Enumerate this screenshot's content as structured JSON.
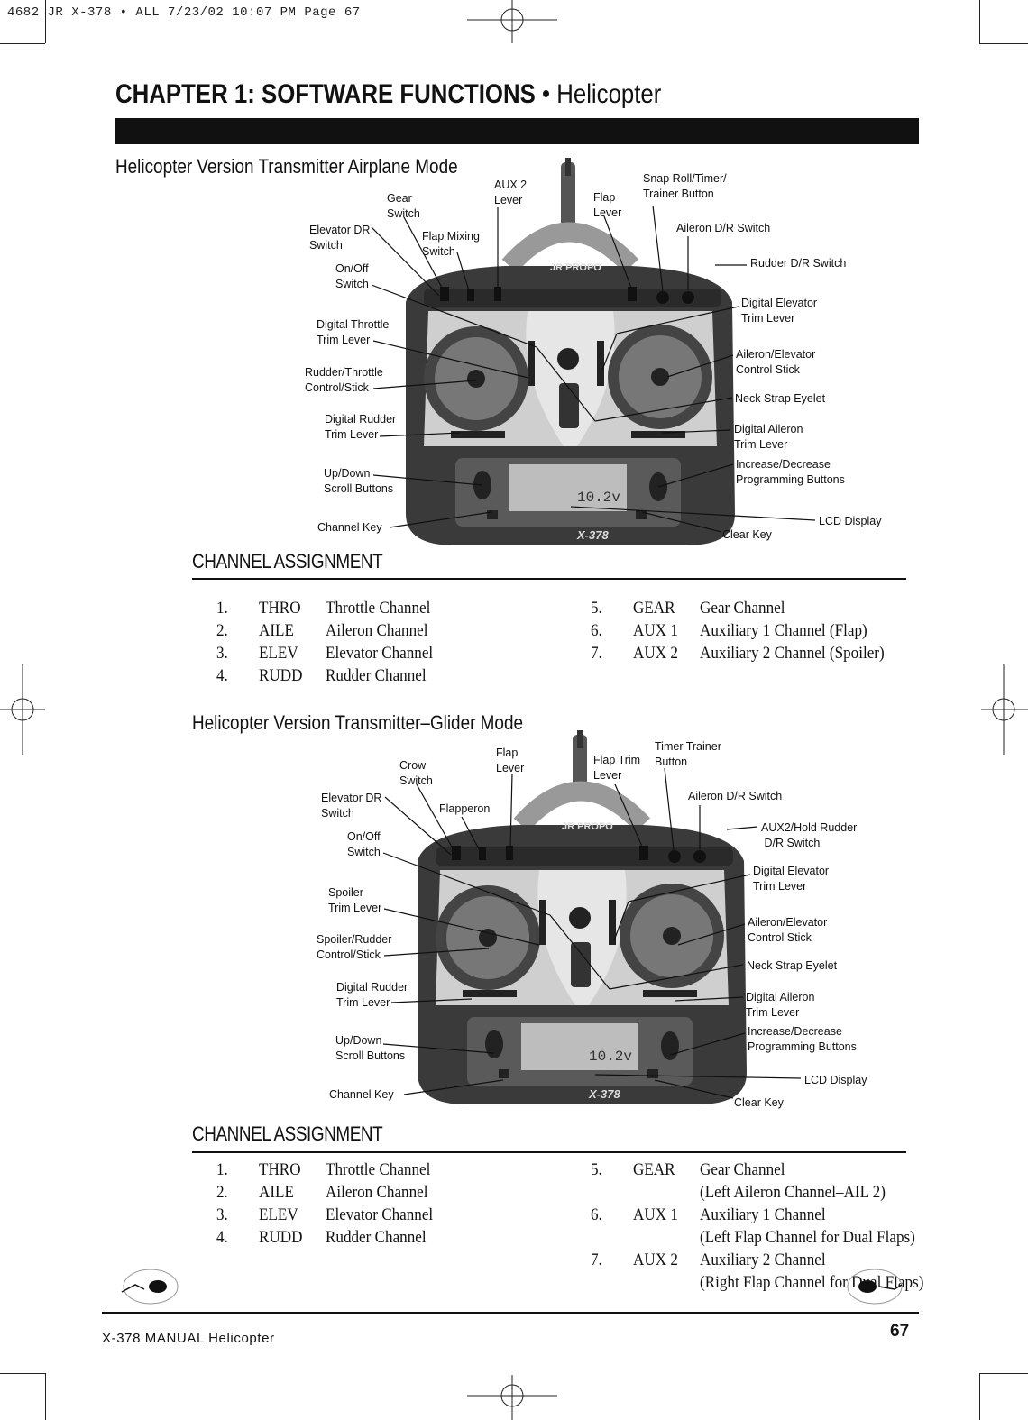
{
  "slug": "4682 JR X-378 • ALL  7/23/02  10:07 PM  Page 67",
  "chapter": {
    "bold": "CHAPTER 1: SOFTWARE FUNCTIONS",
    "sep": " • ",
    "sub": "Helicopter"
  },
  "section1": {
    "title": "Helicopter Version Transmitter Airplane Mode",
    "labels": {
      "gear_switch": "Gear\nSwitch",
      "aux2_lever": "AUX 2\nLever",
      "flap_lever": "Flap\nLever",
      "snap_roll": "Snap Roll/Timer/\nTrainer Button",
      "elevator_dr": "Elevator DR\nSwitch",
      "flap_mixing": "Flap Mixing\nSwitch",
      "aileron_dr": "Aileron D/R Switch",
      "on_off": "On/Off\nSwitch",
      "rudder_dr": "Rudder D/R Switch",
      "digital_elev_trim": "Digital Elevator\nTrim Lever",
      "digital_throttle_trim": "Digital Throttle\nTrim Lever",
      "ail_elev_stick": "Aileron/Elevator\nControl Stick",
      "rudder_throttle_stick": "Rudder/Throttle\nControl/Stick",
      "neck_strap": "Neck Strap Eyelet",
      "digital_rudder_trim": "Digital Rudder\nTrim Lever",
      "digital_ail_trim": "Digital Aileron\nTrim Lever",
      "inc_dec": "Increase/Decrease\nProgramming Buttons",
      "up_down": "Up/Down\nScroll Buttons",
      "lcd": "LCD Display",
      "channel_key": "Channel Key",
      "clear_key": "Clear Key"
    }
  },
  "assign1": {
    "title": "CHANNEL ASSIGNMENT",
    "left": [
      {
        "num": "1.",
        "code": "THRO",
        "name": "Throttle Channel"
      },
      {
        "num": "2.",
        "code": "AILE",
        "name": "Aileron Channel"
      },
      {
        "num": "3.",
        "code": "ELEV",
        "name": "Elevator Channel"
      },
      {
        "num": "4.",
        "code": "RUDD",
        "name": "Rudder Channel"
      }
    ],
    "right": [
      {
        "num": "5.",
        "code": "GEAR",
        "name": "Gear Channel"
      },
      {
        "num": "6.",
        "code": "AUX 1",
        "name": "Auxiliary 1 Channel (Flap)"
      },
      {
        "num": "7.",
        "code": "AUX 2",
        "name": "Auxiliary 2 Channel (Spoiler)"
      }
    ]
  },
  "section2": {
    "title": "Helicopter Version Transmitter–Glider Mode",
    "labels": {
      "crow_switch": "Crow\nSwitch",
      "flap_lever": "Flap\nLever",
      "flap_trim": "Flap Trim\nLever",
      "timer_trainer": "Timer Trainer\nButton",
      "elevator_dr": "Elevator DR\nSwitch",
      "flapperon": "Flapperon",
      "aileron_dr": "Aileron D/R Switch",
      "on_off": "On/Off\nSwitch",
      "aux2_hold": "AUX2/Hold Rudder\n D/R Switch",
      "digital_elev_trim": "Digital Elevator\nTrim Lever",
      "spoiler_trim": "Spoiler\nTrim Lever",
      "ail_elev_stick": "Aileron/Elevator\nControl Stick",
      "spoiler_rudder_stick": "Spoiler/Rudder\nControl/Stick",
      "neck_strap": "Neck Strap Eyelet",
      "digital_rudder_trim": "Digital Rudder\nTrim Lever",
      "digital_ail_trim": "Digital Aileron\nTrim Lever",
      "inc_dec": "Increase/Decrease\nProgramming Buttons",
      "up_down": "Up/Down\nScroll Buttons",
      "lcd": "LCD Display",
      "channel_key": "Channel Key",
      "clear_key": "Clear Key"
    }
  },
  "assign2": {
    "title": "CHANNEL ASSIGNMENT",
    "left": [
      {
        "num": "1.",
        "code": "THRO",
        "name": "Throttle Channel"
      },
      {
        "num": "2.",
        "code": "AILE",
        "name": "Aileron Channel"
      },
      {
        "num": "3.",
        "code": "ELEV",
        "name": "Elevator Channel"
      },
      {
        "num": "4.",
        "code": "RUDD",
        "name": "Rudder Channel"
      }
    ],
    "right": [
      {
        "num": "5.",
        "code": "GEAR",
        "name": "Gear Channel",
        "note": "(Left Aileron Channel–AIL 2)"
      },
      {
        "num": "6.",
        "code": "AUX 1",
        "name": "Auxiliary 1 Channel",
        "note": "(Left Flap Channel for Dual Flaps)"
      },
      {
        "num": "7.",
        "code": "AUX 2",
        "name": "Auxiliary 2 Channel",
        "note": "(Right Flap Channel for Dual Flaps)"
      }
    ]
  },
  "transmitter": {
    "brand": "JR PROPO",
    "lcd_text": "10.2v",
    "model": "X-378"
  },
  "footer": {
    "left": "X-378 MANUAL  Helicopter",
    "page": "67"
  }
}
